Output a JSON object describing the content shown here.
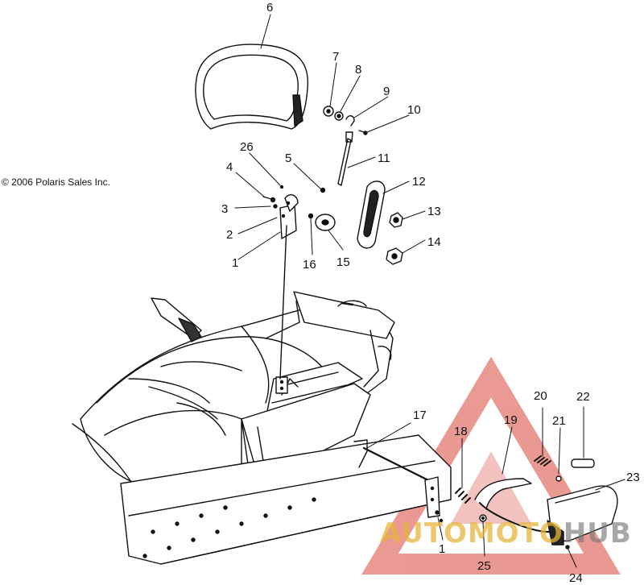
{
  "copyright": "© 2006 Polaris Sales Inc.",
  "watermark": {
    "part1": "AUTOMOTO",
    "part2": "HUB",
    "colors": {
      "triangle": "#d9463a",
      "text1": "#e6b43c",
      "text2": "#7a7a7a"
    }
  },
  "callouts": [
    "6",
    "7",
    "8",
    "9",
    "10",
    "26",
    "5",
    "11",
    "4",
    "12",
    "3",
    "13",
    "2",
    "14",
    "1",
    "16",
    "15",
    "17",
    "18",
    "19",
    "20",
    "21",
    "22",
    "23",
    "1",
    "25",
    "24"
  ]
}
